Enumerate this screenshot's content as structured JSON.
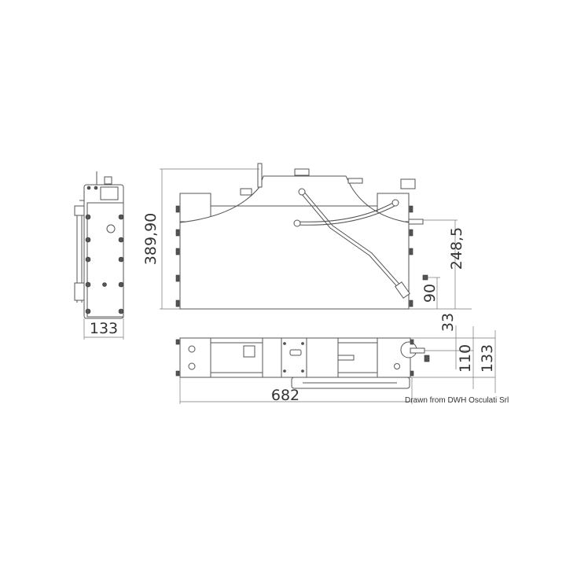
{
  "dimensions": {
    "overall_height": "389,90",
    "outlet_height": "248,5",
    "inlet_height": "90",
    "side_width": "133",
    "overall_length": "682",
    "offset_33": "33",
    "depth_110": "110",
    "depth_133": "133"
  },
  "credit": "Drawn from DWH Osculati Srl"
}
